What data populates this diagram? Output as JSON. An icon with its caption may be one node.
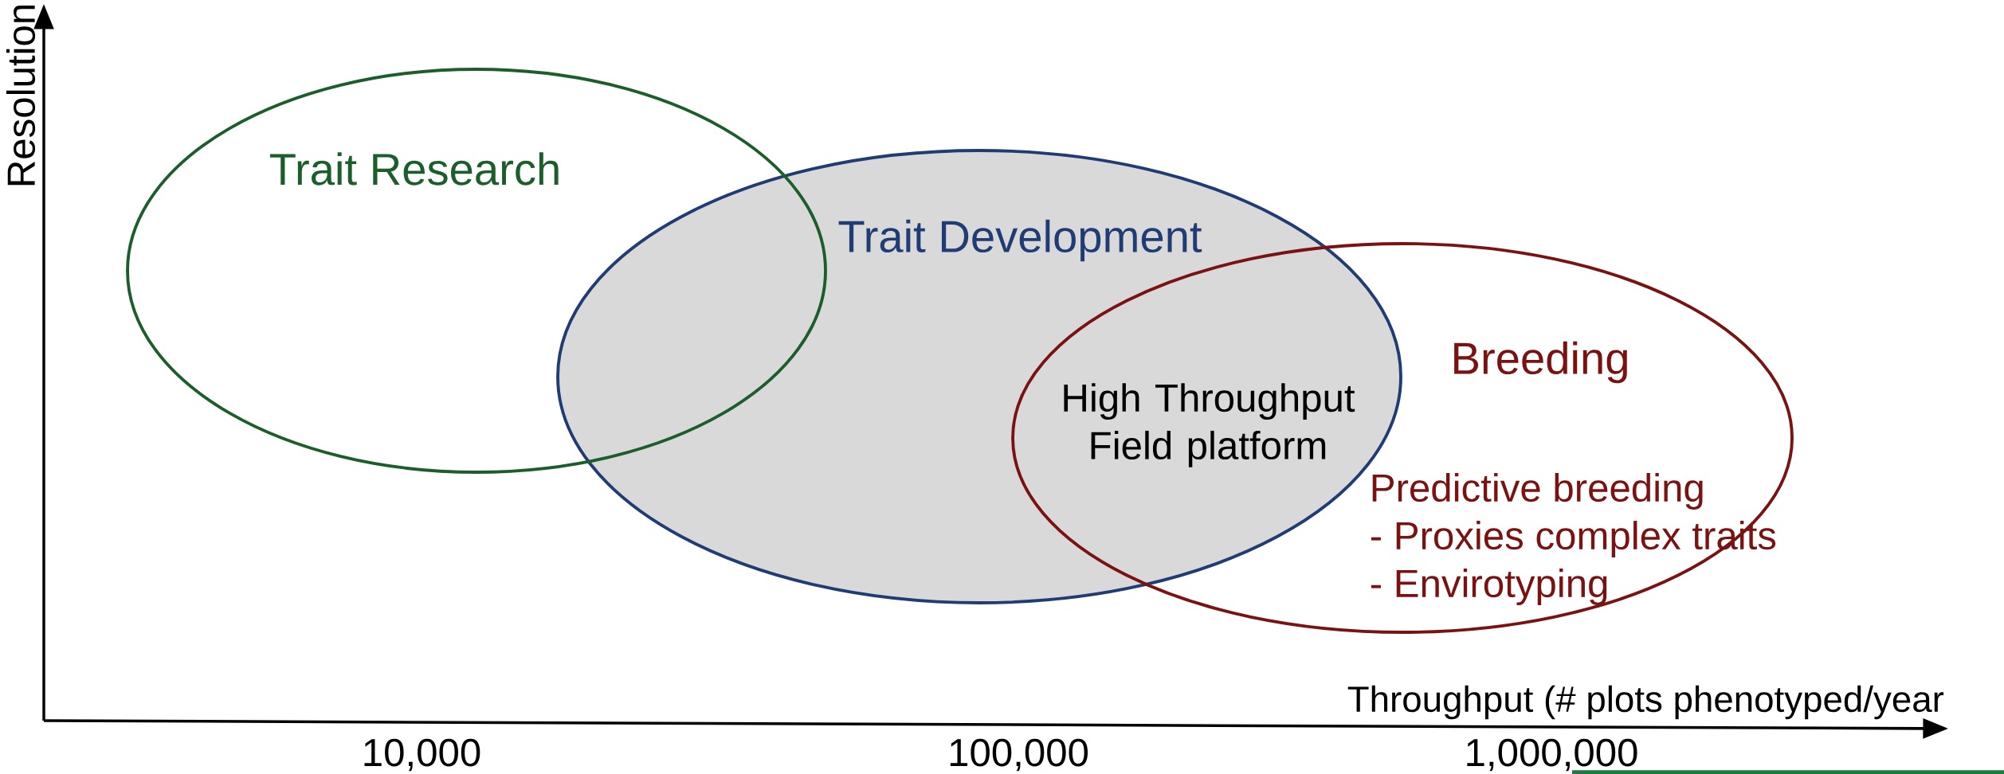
{
  "diagram": {
    "nodes": [
      {
        "text": [
          "Trait Research"
        ]
      },
      {
        "text": [
          "Trait Development"
        ]
      },
      {
        "text": [
          "Breeding",
          "Predictive breeding",
          "- Proxies complex traits",
          "- Envirotyping"
        ]
      }
    ],
    "labels": [
      "Resolution",
      "High Throughput Field platform",
      "Throughput (# plots phenotyped/year",
      "10,000",
      "100,000",
      "1,000,000"
    ]
  }
}
